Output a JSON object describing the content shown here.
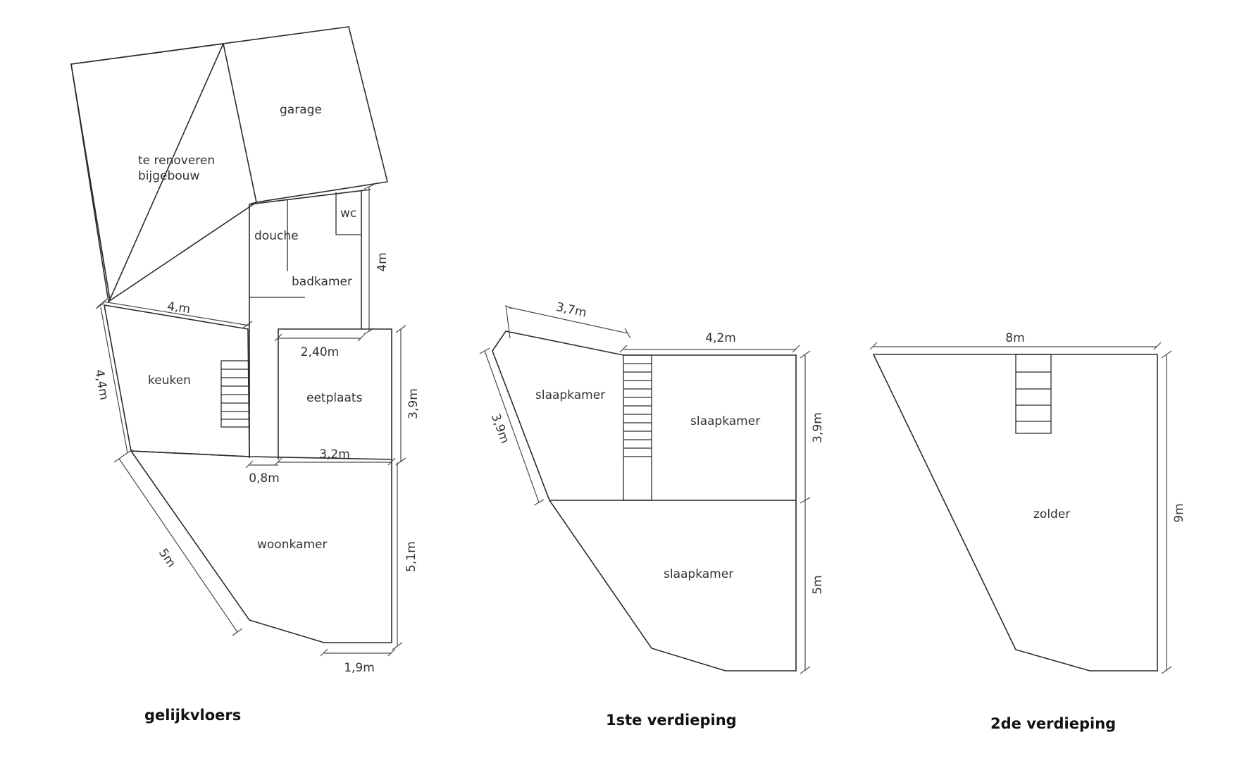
{
  "floors": {
    "ground": {
      "title": "gelijkvloers",
      "rooms": {
        "annex": "te renoveren",
        "annex2": "bijgebouw",
        "garage": "garage",
        "wc": "wc",
        "shower": "douche",
        "bathroom": "badkamer",
        "kitchen": "keuken",
        "dining": "eetplaats",
        "living": "woonkamer"
      },
      "dims": {
        "bath_height": "4m",
        "kitchen_top": "4,m",
        "kitchen_side": "4,4m",
        "dining_top": "2,40m",
        "dining_side": "3,9m",
        "dining_bottom": "3,2m",
        "corridor": "0,8m",
        "living_diag": "5m",
        "living_side": "5,1m",
        "living_bottom": "1,9m"
      }
    },
    "first": {
      "title": "1ste verdieping",
      "rooms": {
        "bed1": "slaapkamer",
        "bed2": "slaapkamer",
        "bed3": "slaapkamer"
      },
      "dims": {
        "top_left": "3,7m",
        "top_right": "4,2m",
        "left_diag": "3,9m",
        "right_top": "3,9m",
        "right_bottom": "5m"
      }
    },
    "second": {
      "title": "2de verdieping",
      "rooms": {
        "attic": "zolder"
      },
      "dims": {
        "top": "8m",
        "side": "9m"
      }
    }
  }
}
